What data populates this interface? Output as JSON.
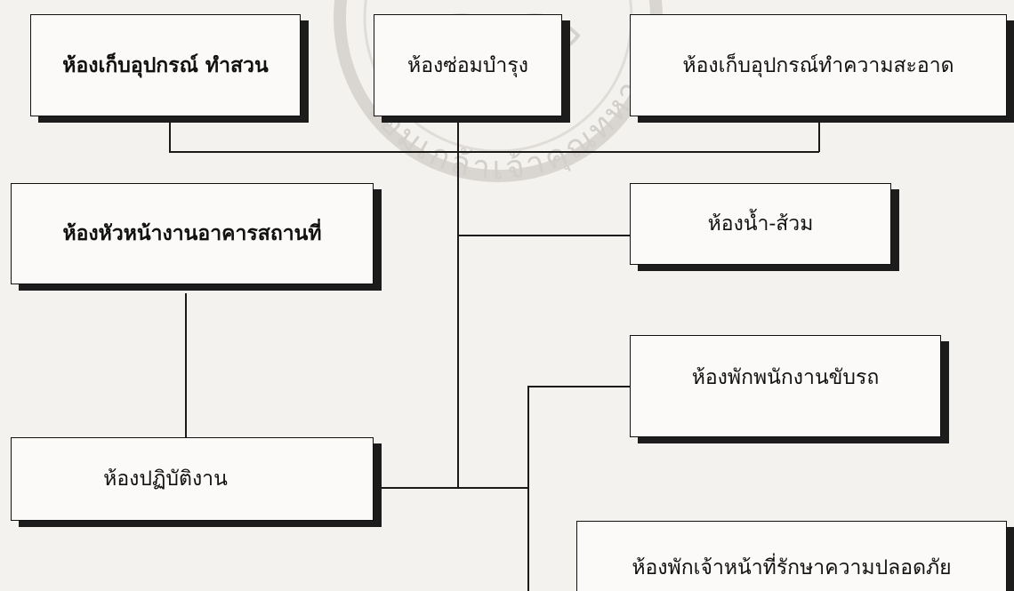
{
  "diagram": {
    "rooms": {
      "garden_storage": "ห้องเก็บอุปกรณ์ ทำสวน",
      "maintenance": "ห้องซ่อมบำรุง",
      "cleaning_storage": "ห้องเก็บอุปกรณ์ทำความสะอาด",
      "building_supervisor": "ห้องหัวหน้างานอาคารสถานที่",
      "restroom": "ห้องน้ำ-ส้วม",
      "driver_lounge": "ห้องพักพนักงานขับรถ",
      "operations": "ห้องปฏิบัติงาน",
      "security_lounge": "ห้องพักเจ้าหน้าที่รักษาความปลอดภัย"
    },
    "watermark_text": "จอมเกล้าเจ้าคุณทหาร"
  }
}
